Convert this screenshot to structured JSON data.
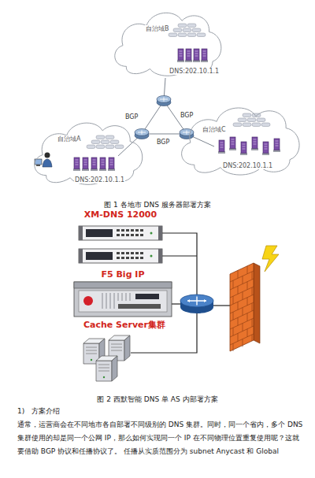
{
  "diagram": {
    "nodes": [
      {
        "text": [
          "自治域B",
          "DNS:202.10.1.1"
        ]
      },
      {
        "text": [
          "自治域A",
          "DNS:202.10.1.1"
        ]
      },
      {
        "text": [
          "自治域C",
          "DNS:202.10.1.1"
        ]
      },
      {
        "text": [
          "XM-DNS 12000"
        ]
      },
      {
        "text": [
          "F5 Big IP"
        ]
      },
      {
        "text": [
          "Cache Server集群"
        ]
      }
    ],
    "labels": [
      "BGP",
      "BGP",
      "BGP",
      "图 1 各地市 DNS 服务器部署方案",
      "图 2 西默智能 DNS 单 AS 内部署方案",
      "1)   方案介绍",
      "通常，运营商会在不同地市各自部署不同级别的 DNS 集群。同时，同一个省内，多个 DNS",
      "集群使用的却是同一个公网 IP，那么如何实现同一个 IP 在不同物理位置重复使用呢？这就",
      "要借助 BGP 协议和任播协议了。 任播从实质范围分为 subnet Anycast 和 Global"
    ]
  }
}
